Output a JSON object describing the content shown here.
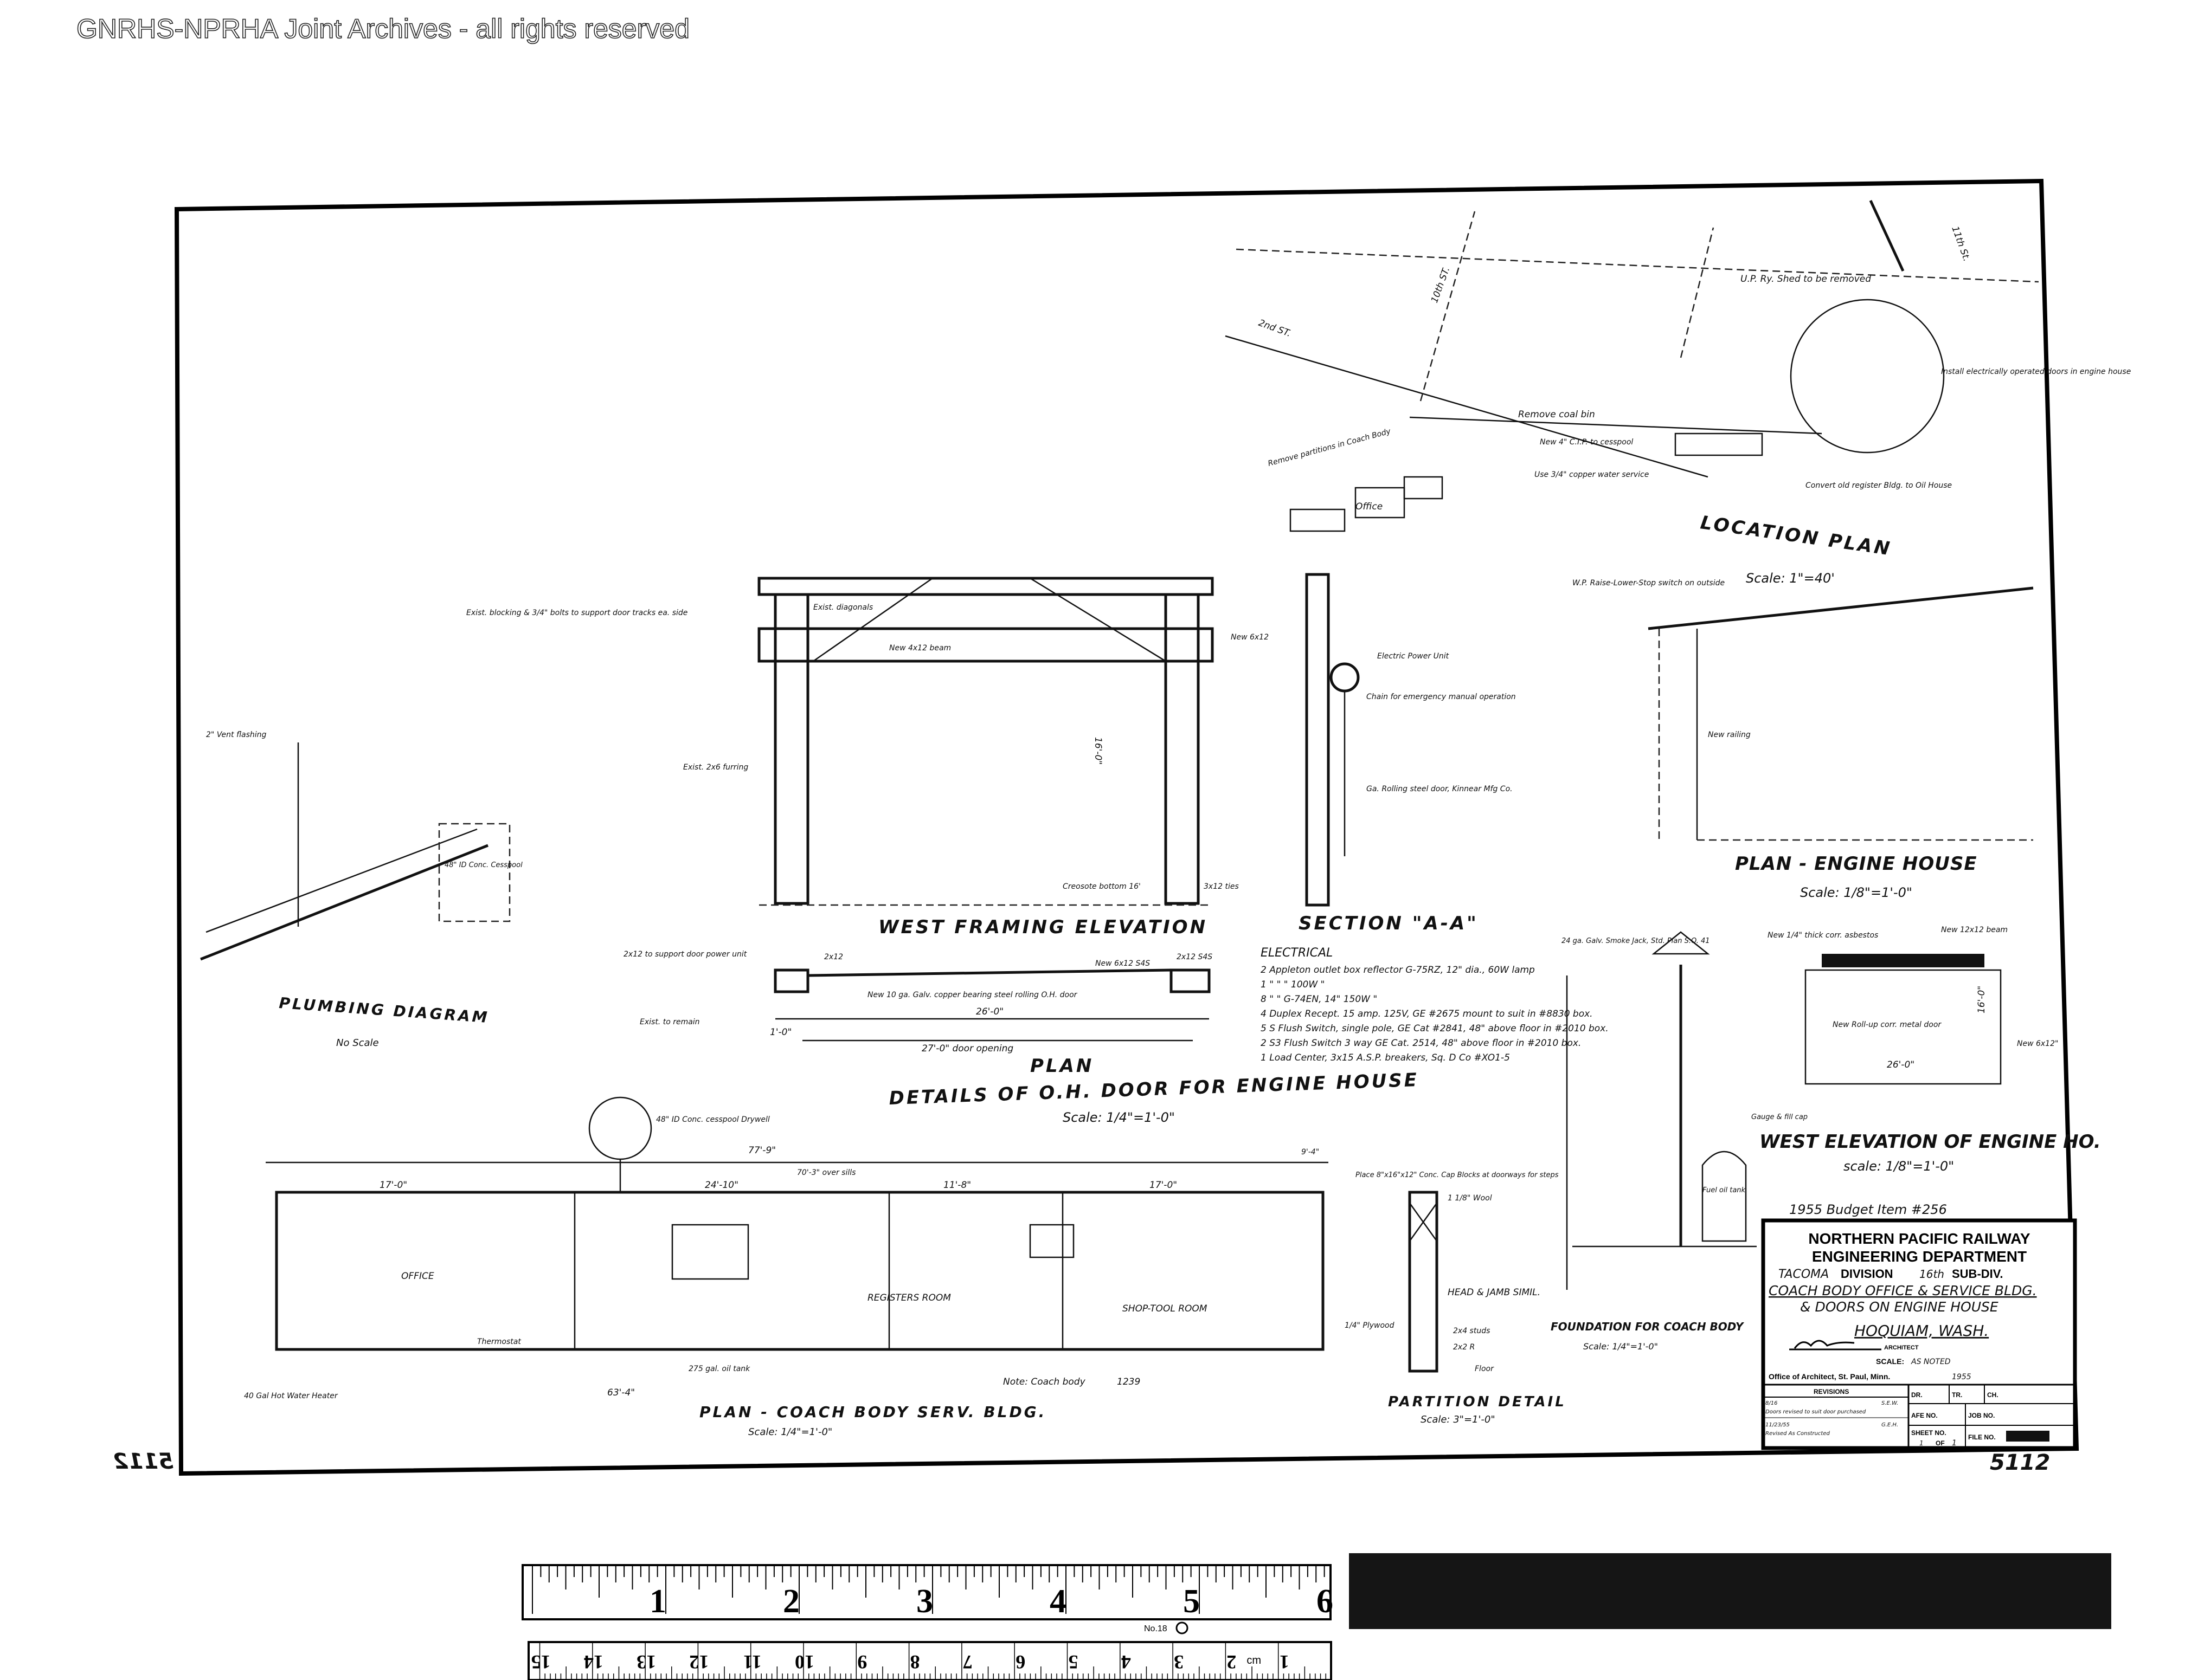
{
  "watermark": "GNRHS-NPRHA Joint Archives - all rights reserved",
  "drawing": {
    "location_plan": {
      "title": "LOCATION PLAN",
      "scale": "Scale: 1\"=40'",
      "notes": [
        "2nd ST.",
        "10th ST.",
        "U.P. Ry. Shed to be removed",
        "Install electrically operated doors in engine house",
        "Remove coal bin",
        "Office",
        "Convert old register Bldg. to Oil House",
        "Remove partitions in Coach Body",
        "Use 3/4\" copper water service",
        "New 4\" C.I.P. to cesspool",
        "11th St."
      ]
    },
    "west_framing_elevation": {
      "title": "WEST FRAMING ELEVATION",
      "notes": [
        "Exist. diagonals",
        "Exist. blocking & 3/4\" bolts to support door tracks ea. side",
        "New 4x12 beam",
        "New 6x12",
        "Exist. 2x6 furring",
        "Creosote bottom 16'",
        "16'-0\"",
        "3x12 ties"
      ]
    },
    "section_aa": {
      "title": "SECTION \"A-A\"",
      "notes": [
        "Electric Power Unit",
        "Chain for emergency manual operation",
        "Ga. Rolling steel door, Kinnear Mfg Co."
      ]
    },
    "electrical": {
      "title": "ELECTRICAL",
      "items": [
        "2 Appleton outlet box reflector G-75RZ, 12\" dia., 60W lamp",
        "1   \"   \"   \"   100W \"",
        "8   \"   \"   G-74EN, 14\"  150W \"",
        "4 Duplex Recept. 15 amp. 125V, GE #2675 mount to suit in #8830 box.",
        "5 S Flush Switch, single pole, GE Cat #2841, 48\" above floor in #2010 box.",
        "2 S3 Flush Switch 3 way GE Cat. 2514, 48\" above floor in #2010 box.",
        "1 Load Center, 3x15 A.S.P. breakers, Sq. D Co #XO1-5"
      ]
    },
    "plan_engine_house": {
      "title": "PLAN - ENGINE HOUSE",
      "scale": "Scale: 1/8\"=1'-0\"",
      "notes": [
        "W.P. Raise-Lower-Stop switch on outside",
        "New railing"
      ]
    },
    "west_elevation_engine_house": {
      "title": "WEST ELEVATION OF ENGINE HO.",
      "scale": "scale: 1/8\"=1'-0\"",
      "notes": [
        "New 1/4\" thick corr. asbestos",
        "New 12x12 beam",
        "New Roll-up corr. metal door",
        "26'-0\"",
        "16'-0\"",
        "New 6x12\"",
        "24 ga. Galv. Smoke Jack, Std. Plan S.O. 41",
        "Fuel oil tank",
        "Gauge & fill cap",
        "1955 Budget Item #256"
      ]
    },
    "plumbing": {
      "title": "PLUMBING DIAGRAM",
      "scale": "No Scale",
      "notes": [
        "2\" Vent flashing",
        "48\" ID Conc. Cesspool"
      ]
    },
    "oh_door_details": {
      "plan_title": "PLAN",
      "title": "DETAILS OF O.H. DOOR FOR ENGINE HOUSE",
      "scale": "Scale: 1/4\"=1'-0\"",
      "notes": [
        "2x12 to support door power unit",
        "2x12",
        "2x12 S4S",
        "New 6x12 S4S",
        "New 10 ga. Galv. copper bearing steel rolling O.H. door",
        "Exist. to remain",
        "26'-0\"",
        "1'-0\"",
        "27'-0\" door opening"
      ]
    },
    "coach_body_plan": {
      "title": "PLAN - COACH BODY SERV. BLDG.",
      "scale": "Scale: 1/4\"=1'-0\"",
      "notes": [
        "77'-9\"",
        "70'-3\" over sills",
        "17'-0\"",
        "24'-10\"",
        "11'-8\"",
        "17'-0\"",
        "9'-4\"",
        "OFFICE",
        "REGISTERS ROOM",
        "SHOP-TOOL ROOM",
        "Thermostat",
        "40 Gal Hot Water Heater",
        "275 gal. oil tank",
        "48\" ID Conc. cesspool Drywell",
        "Note: Coach body",
        "1239",
        "63'-4\""
      ]
    },
    "partition_detail": {
      "title": "PARTITION DETAIL",
      "scale": "Scale: 3\"=1'-0\"",
      "notes": [
        "1 1/8\" Wool",
        "1/4\" Plywood",
        "2x4 studs",
        "2x2 R",
        "Floor",
        "HEAD & JAMB SIMIL.",
        "Place 8\"x16\"x12\" Conc. Cap Blocks at doorways for steps"
      ]
    },
    "foundation": {
      "title": "FOUNDATION FOR COACH BODY",
      "scale": "Scale: 1/4\"=1'-0\""
    },
    "sheet_number": "5112"
  },
  "title_block": {
    "company": "NORTHERN PACIFIC RAILWAY",
    "department": "ENGINEERING DEPARTMENT",
    "division_value": "TACOMA",
    "division_label": "DIVISION",
    "subdiv_value": "16th",
    "subdiv_label": "SUB-DIV.",
    "title_line1": "COACH BODY OFFICE & SERVICE BLDG.",
    "title_line2": "& DOORS ON ENGINE HOUSE",
    "location": "HOQUIAM, WASH.",
    "architect_label": "ARCHITECT",
    "scale_label": "SCALE:",
    "scale_value": "AS NOTED",
    "office": "Office of Architect, St. Paul, Minn.",
    "date": "1955",
    "revisions_label": "REVISIONS",
    "revisions": [
      {
        "date": "8/16",
        "desc": "Doors revised to suit door purchased",
        "by": "S.E.W."
      },
      {
        "date": "11/23/55",
        "desc": "Revised As Constructed",
        "by": "G.E.H."
      }
    ],
    "dr_label": "DR.",
    "tr_label": "TR.",
    "ch_label": "CH.",
    "afe_label": "AFE NO.",
    "job_label": "JOB NO.",
    "sheet_label": "SHEET NO.",
    "sheet_value": "1",
    "of_label": "OF",
    "of_value": "1",
    "file_label": "FILE NO."
  },
  "ruler": {
    "inches": [
      "1",
      "2",
      "3",
      "4",
      "5",
      "6"
    ],
    "centimeters": [
      "1",
      "2",
      "3",
      "4",
      "5",
      "6",
      "7",
      "8",
      "9",
      "10",
      "11",
      "12",
      "13",
      "14",
      "15"
    ],
    "model": "No.18",
    "cm_unit": "cm"
  }
}
